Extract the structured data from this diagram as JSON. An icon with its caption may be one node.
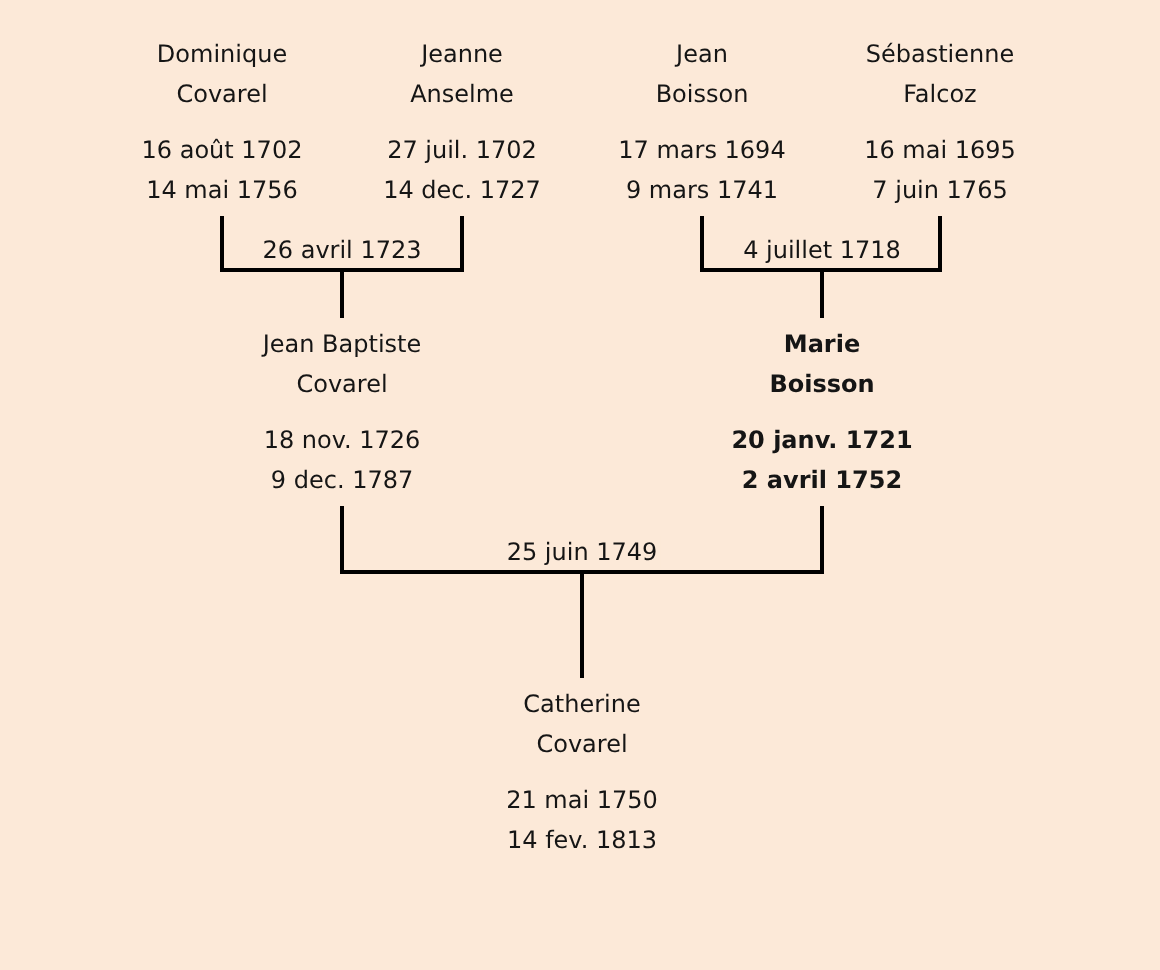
{
  "diagram": {
    "nodes": [
      {
        "text": [
          "Dominique Covarel",
          "16 août 1702",
          "14 mai 1756"
        ]
      },
      {
        "text": [
          "Jeanne Anselme",
          "27 juil. 1702",
          "14 dec. 1727"
        ]
      },
      {
        "text": [
          "Jean Boisson",
          "17 mars 1694",
          "9 mars 1741"
        ]
      },
      {
        "text": [
          "Sébastienne Falcoz",
          "16 mai 1695",
          "7 juin 1765"
        ]
      },
      {
        "text": [
          "Jean Baptiste Covarel",
          "18 nov. 1726",
          "9 dec. 1787"
        ]
      },
      {
        "text": [
          "Marie Boisson",
          "20 janv. 1721",
          "2 avril 1752"
        ]
      },
      {
        "text": [
          "Catherine Covarel",
          "21 mai 1750",
          "14 fev. 1813"
        ]
      }
    ],
    "edges": [
      {
        "from": 0,
        "to": 4,
        "arrow": "none",
        "label": "26 avril 1723"
      },
      {
        "from": 1,
        "to": 4,
        "arrow": "none"
      },
      {
        "from": 2,
        "to": 5,
        "arrow": "none",
        "label": "4 juillet 1718"
      },
      {
        "from": 3,
        "to": 5,
        "arrow": "none"
      },
      {
        "from": 4,
        "to": 6,
        "arrow": "none",
        "label": "25 juin 1749"
      },
      {
        "from": 5,
        "to": 6,
        "arrow": "none"
      }
    ]
  }
}
